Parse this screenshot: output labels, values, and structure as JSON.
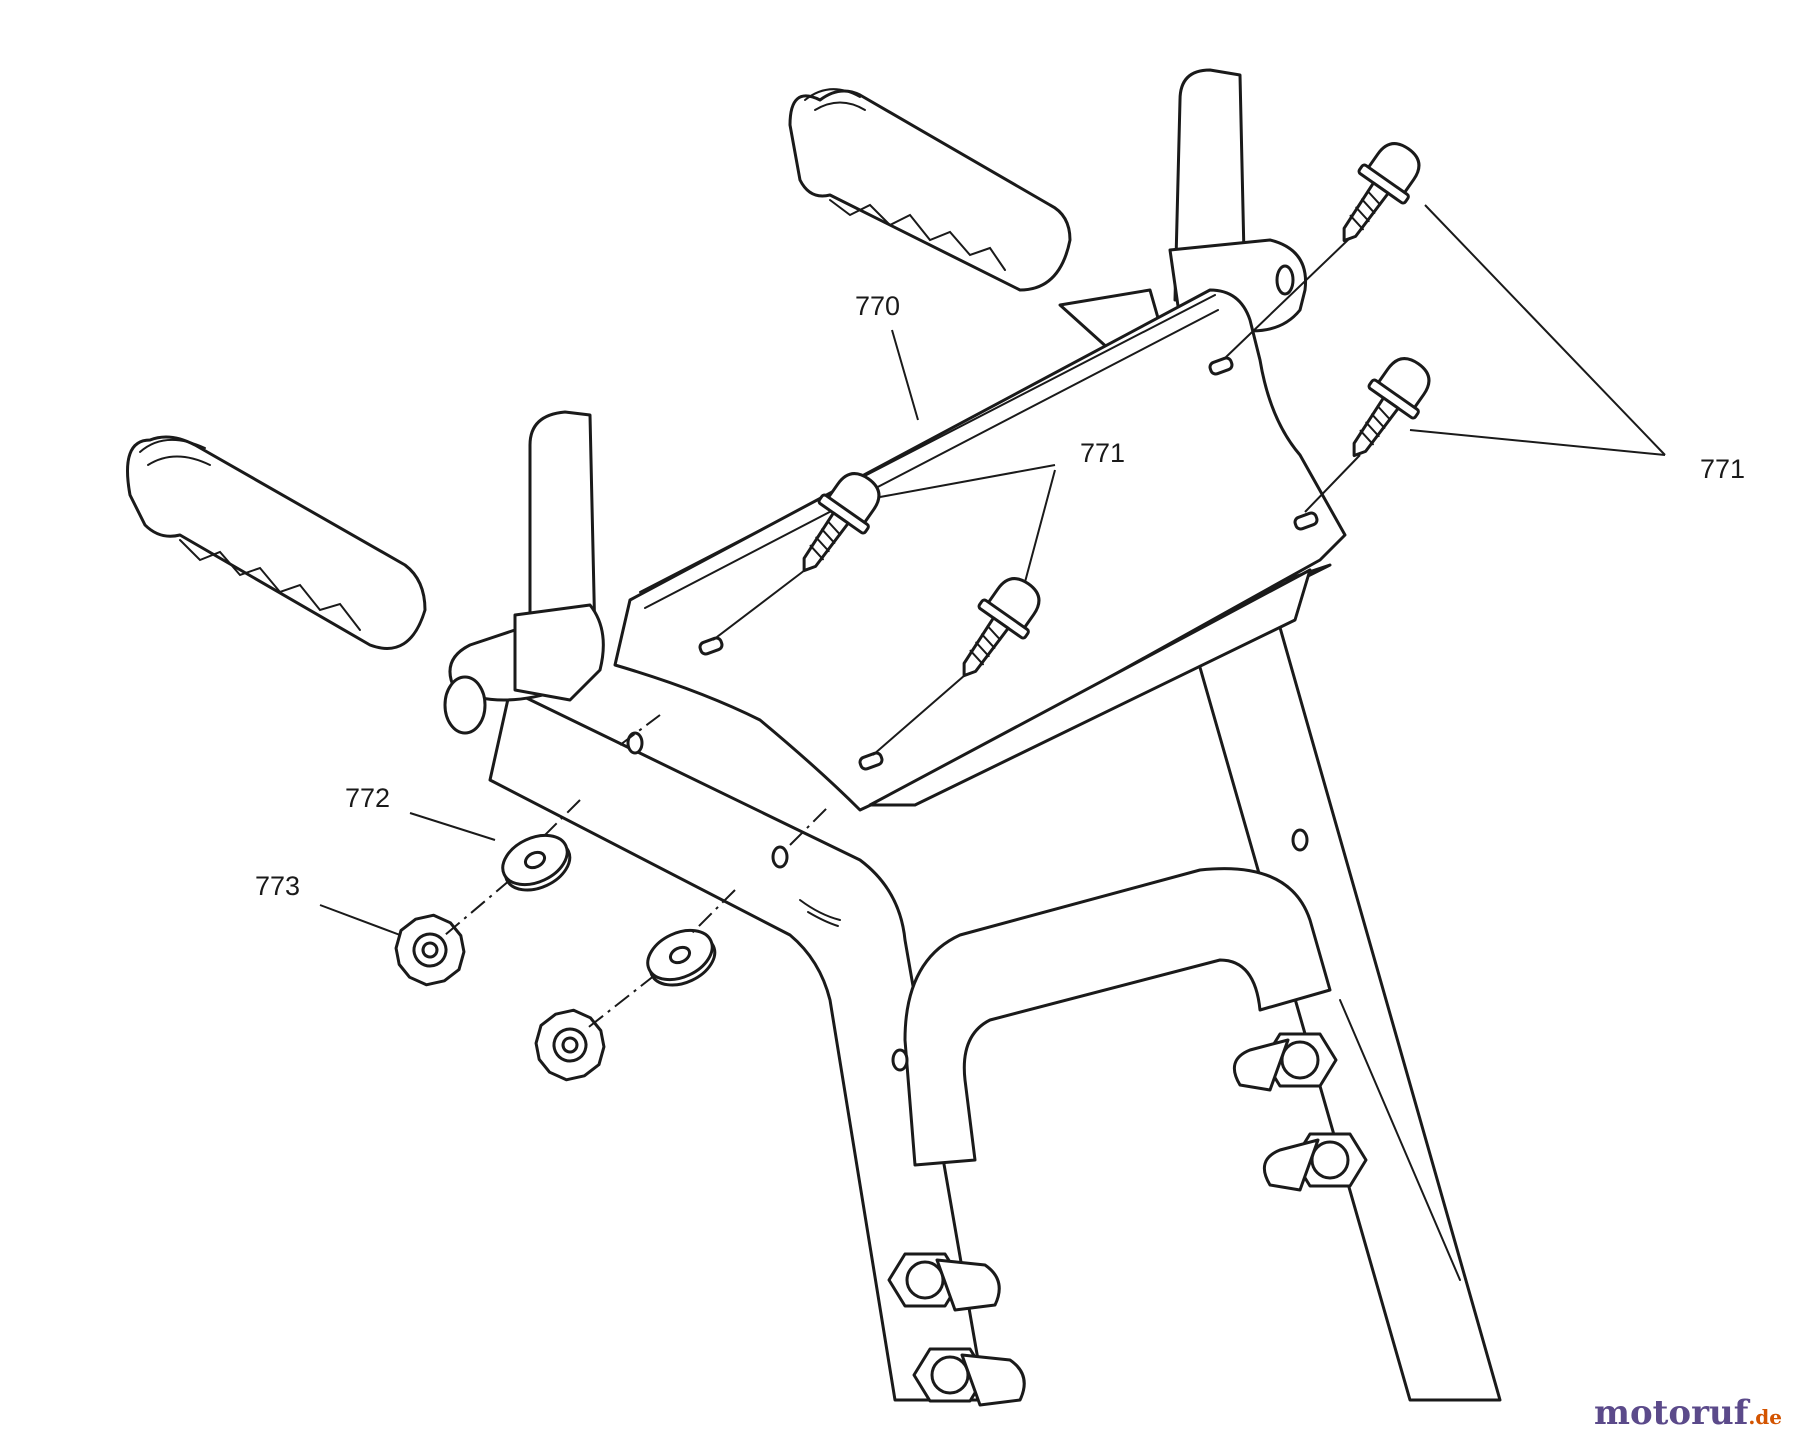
{
  "labels": {
    "cover": "770",
    "screw_a": "771",
    "screw_b": "771",
    "washer": "772",
    "nut": "773"
  },
  "watermark": {
    "name": "motoruf",
    "tld": ".de",
    "color_main": "#5b4a8a",
    "color_accent": "#d35400"
  }
}
